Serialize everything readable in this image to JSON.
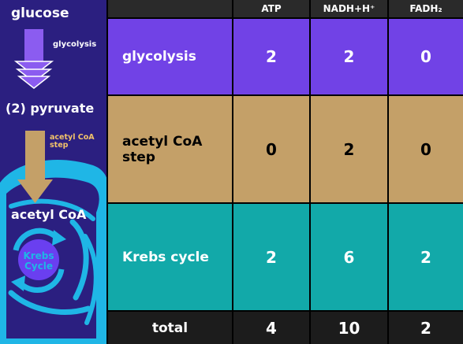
{
  "diagram": {
    "labels": {
      "glucose": "glucose",
      "glycolysis": "glycolysis",
      "pyruvate": "(2) pyruvate",
      "acetyl_coa_step": "acetyl CoA step",
      "acetyl_coa": "acetyl CoA",
      "krebs_cycle": "Krebs Cycle"
    },
    "colors": {
      "panel_bg": "#2b1f80",
      "arrow_purple": "#8b5cf0",
      "arrow_tan": "#c4a068",
      "mitochondrion": "#1fb6e6"
    }
  },
  "table": {
    "headers": [
      "",
      "ATP",
      "NADH+H⁺",
      "FADH₂"
    ],
    "rows": [
      {
        "label": "glycolysis",
        "atp": "2",
        "nadh": "2",
        "fadh": "0",
        "color": "#7142e6"
      },
      {
        "label": "acetyl CoA step",
        "atp": "0",
        "nadh": "2",
        "fadh": "0",
        "color": "#c4a068"
      },
      {
        "label": "Krebs cycle",
        "atp": "2",
        "nadh": "6",
        "fadh": "2",
        "color": "#12a9a9"
      }
    ],
    "total": {
      "label": "total",
      "atp": "4",
      "nadh": "10",
      "fadh": "2"
    }
  }
}
